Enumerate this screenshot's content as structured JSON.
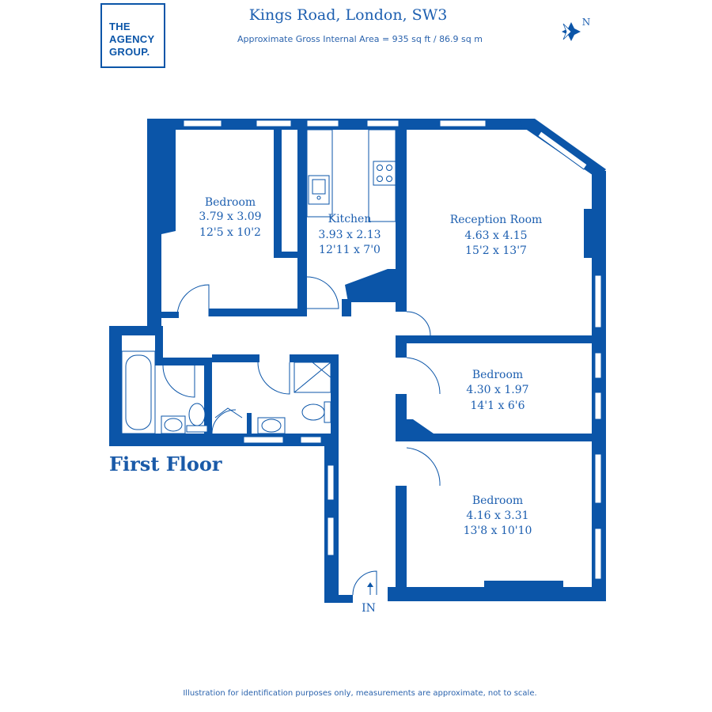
{
  "header": {
    "logo_lines": [
      "THE",
      "AGENCY",
      "GROUP."
    ],
    "title": "Kings Road, London, SW3",
    "subtitle": "Approximate Gross Internal Area = 935 sq ft / 86.9 sq m",
    "compass_label": "N"
  },
  "floor_label": "First Floor",
  "rooms": [
    {
      "id": "bedroom-1",
      "name": "Bedroom",
      "metric": "3.79 x 3.09",
      "imperial": "12'5 x 10'2"
    },
    {
      "id": "kitchen",
      "name": "Kitchen",
      "metric": "3.93 x 2.13",
      "imperial": "12'11 x 7'0"
    },
    {
      "id": "reception",
      "name": "Reception Room",
      "metric": "4.63 x 4.15",
      "imperial": "15'2 x 13'7"
    },
    {
      "id": "bedroom-2",
      "name": "Bedroom",
      "metric": "4.30 x 1.97",
      "imperial": "14'1 x 6'6"
    },
    {
      "id": "bedroom-3",
      "name": "Bedroom",
      "metric": "4.16 x 3.31",
      "imperial": "13'8 x 10'10"
    }
  ],
  "entrance_label": "IN",
  "disclaimer": "Illustration for identification purposes only, measurements are approximate, not to scale.",
  "colors": {
    "brand": "#0b55a8",
    "text": "#1d5fb0"
  },
  "icons": [
    "compass-icon",
    "sink-icon",
    "hob-icon",
    "bath-icon",
    "toilet-icon",
    "basin-icon",
    "shower-icon"
  ]
}
